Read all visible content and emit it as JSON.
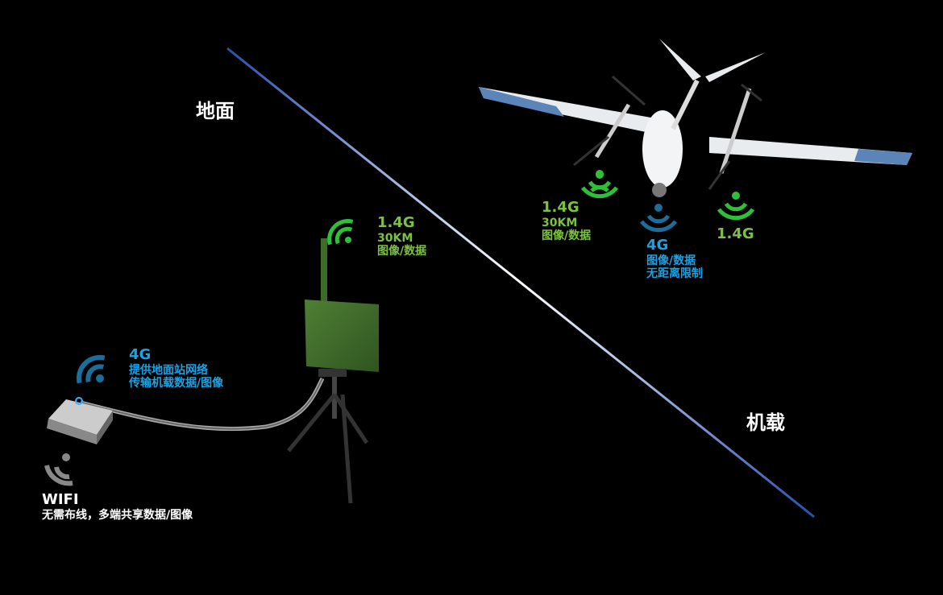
{
  "labels": {
    "ground": "地面",
    "airborne": "机载"
  },
  "ground_link": {
    "band": "1.4G",
    "range": "30KM",
    "content": "图像/数据"
  },
  "router_4g": {
    "band": "4G",
    "line1": "提供地面站网络",
    "line2": "传输机载数据/图像"
  },
  "wifi": {
    "title": "WIFI",
    "desc": "无需布线，多端共享数据/图像"
  },
  "drone_link_left": {
    "band": "1.4G",
    "range": "30KM",
    "content": "图像/数据"
  },
  "drone_4g": {
    "band": "4G",
    "line1": "图像/数据",
    "line2": "无距离限制"
  },
  "drone_link_right": {
    "band": "1.4G"
  },
  "colors": {
    "green": "#7cc242",
    "signal_green": "#2fc03a",
    "blue": "#19a3e6",
    "signal_blue": "#1b6d9a",
    "panel": "#3d6b2a"
  }
}
